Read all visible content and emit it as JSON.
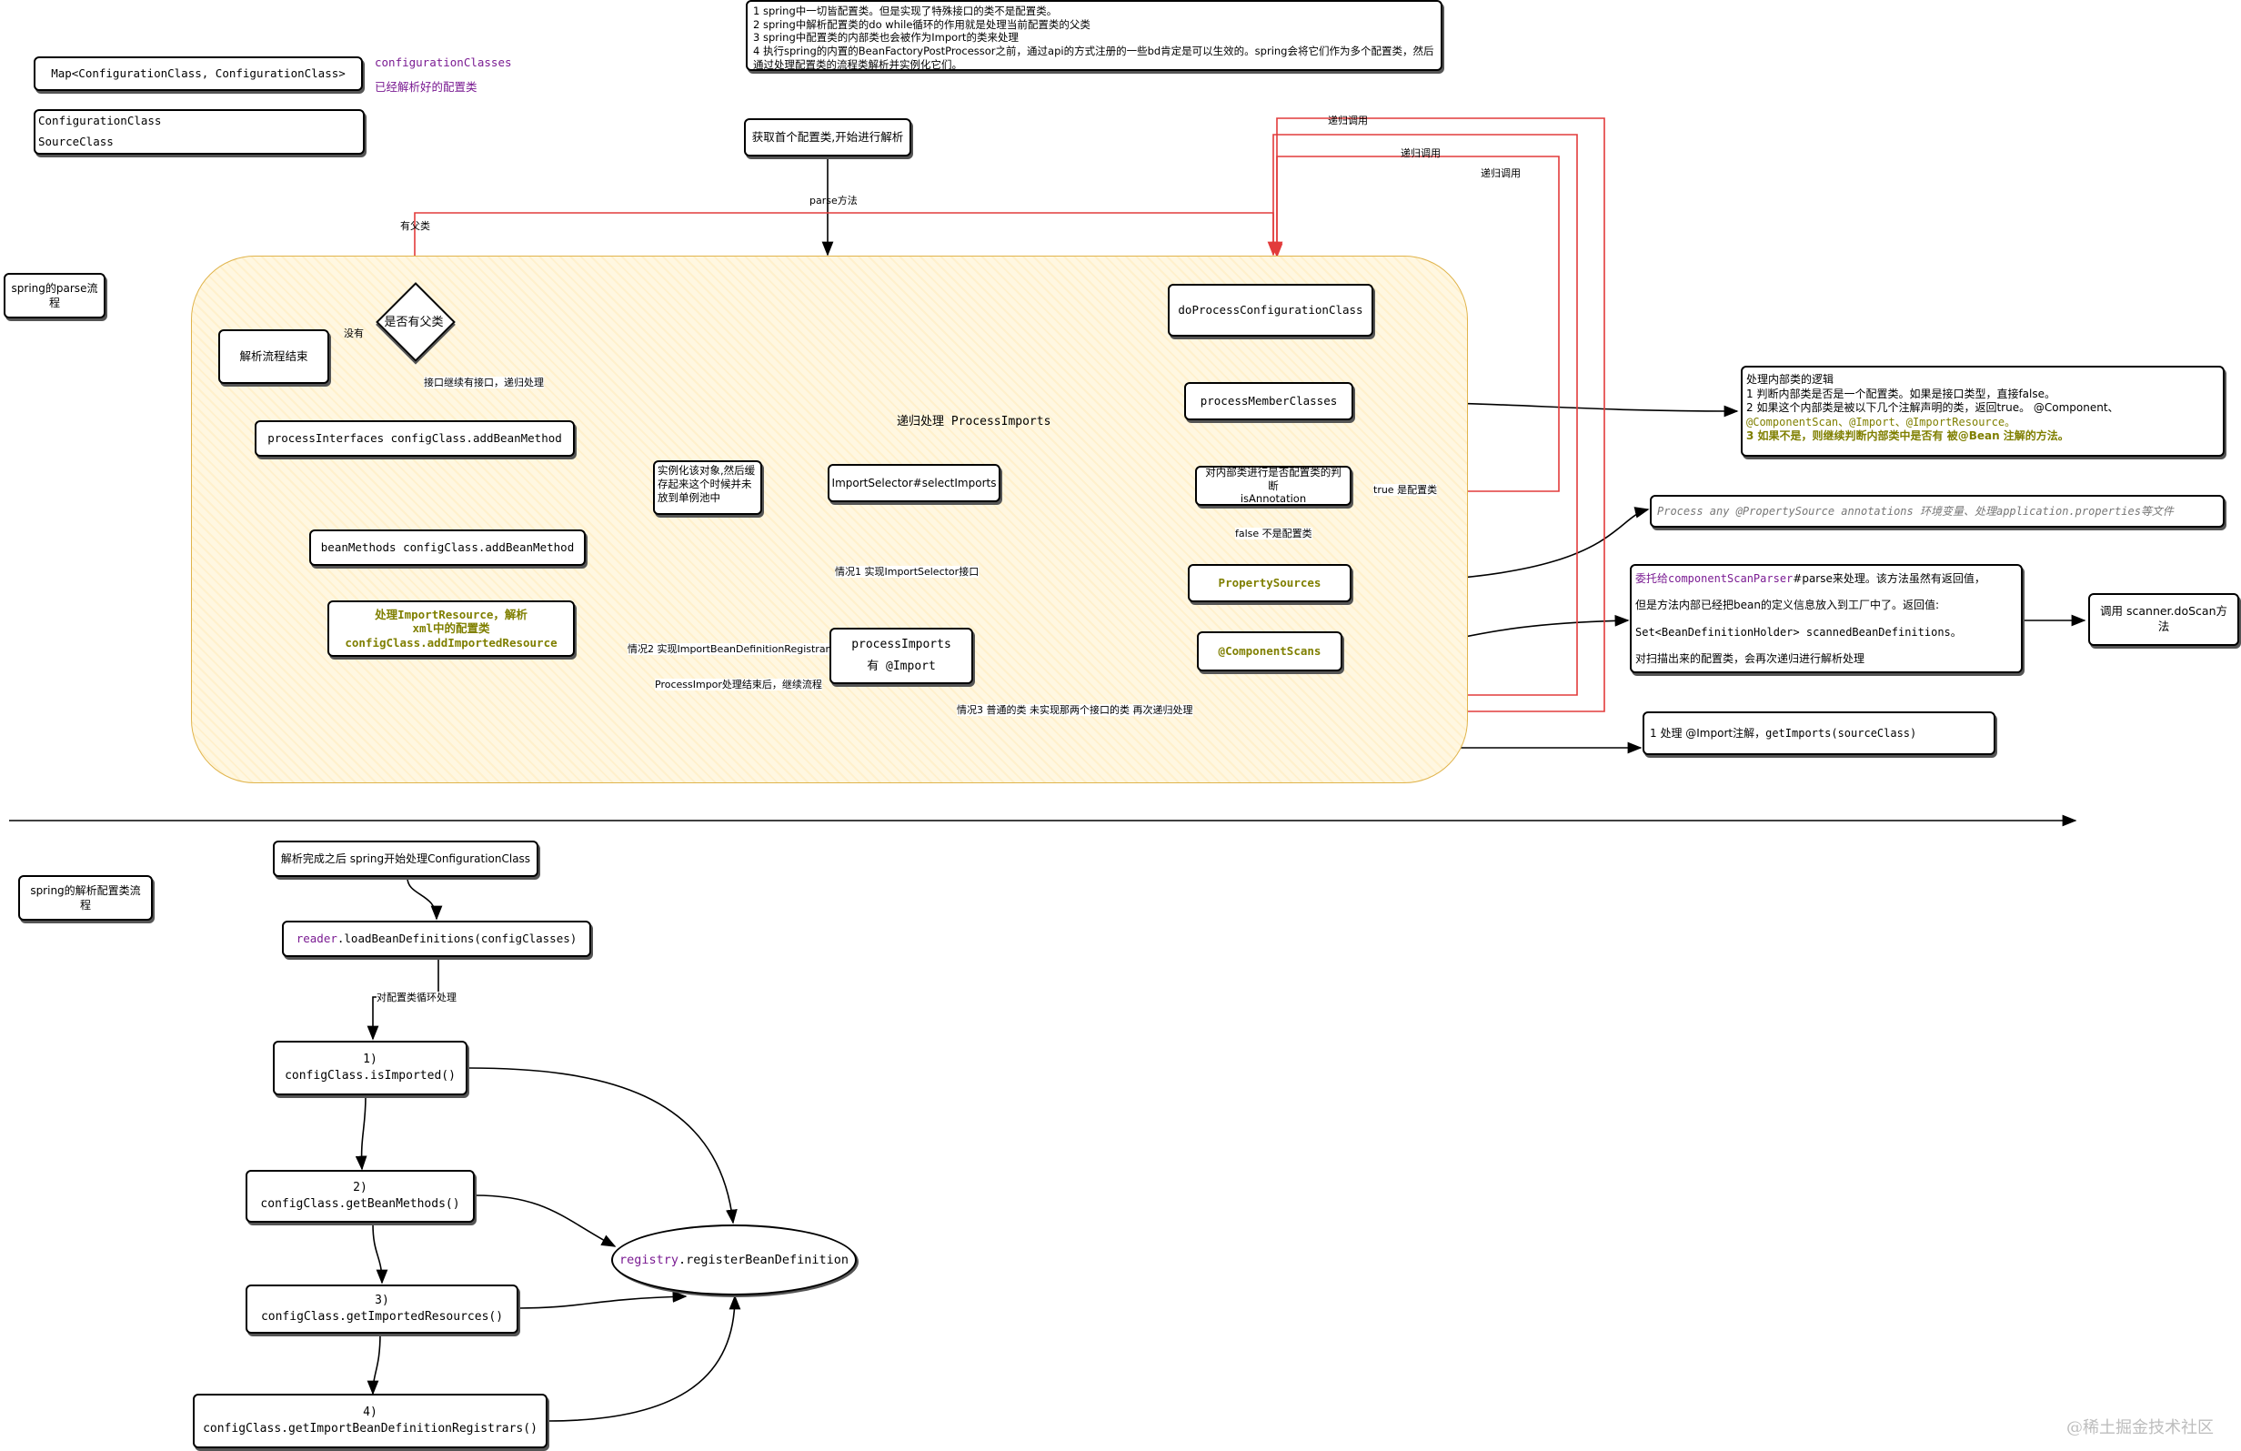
{
  "header_notes": [
    "1 spring中一切皆配置类。但是实现了特殊接口的类不是配置类。",
    "2 spring中解析配置类的do while循环的作用就是处理当前配置类的父类",
    "3 spring中配置类的内部类也会被作为Import的类来处理",
    "4 执行spring的内置的BeanFactoryPostProcessor之前，通过api的方式注册的一些bd肯定是可以生效的。spring会将它们作为多个配置类，然后",
    "通过处理配置类的流程类解析并实例化它们。"
  ],
  "legend": {
    "map_box": "Map<ConfigurationClass, ConfigurationClass>",
    "map_name": "configurationClasses",
    "map_desc": "已经解析好的配置类",
    "class_line1": "ConfigurationClass",
    "class_line2": "SourceClass"
  },
  "section_titles": {
    "parse": "spring的parse流程",
    "process": "spring的解析配置类流程"
  },
  "parse_flow": {
    "start": "获取首个配置类,开始进行解析",
    "parse_method": "parse方法",
    "has_parent_q": "是否有父类",
    "has_parent": "有父类",
    "no_parent": "没有",
    "end": "解析流程结束",
    "process_interfaces": "processInterfaces configClass.addBeanMethod",
    "interface_recursion": "接口继续有接口，递归处理",
    "bean_methods": "beanMethods configClass.addBeanMethod",
    "import_resource_line1": "处理ImportResource，解析",
    "import_resource_line2": "xml中的配置类",
    "import_resource_line3": "configClass.addImportedResource",
    "instantiate_note": "实例化该对象,然后缓存起来这个时候并未放到单例池中",
    "import_selector": "ImportSelector#selectImports",
    "recursive_imports": "递归处理 ProcessImports",
    "case1": "情况1 实现ImportSelector接口",
    "case2": "情况2 实现ImportBeanDefinitionRegistrar接口",
    "case3": "情况3 普通的类 未实现那两个接口的类 再次递归处理",
    "process_imports_line1": "processImports",
    "process_imports_line2": "有 @Import",
    "after_import": "ProcessImpor处理结束后，继续流程",
    "do_process": "doProcessConfigurationClass",
    "member_classes": "processMemberClasses",
    "inner_judge_line1": "对内部类进行是否配置类的判断",
    "inner_judge_line2": "isAnnotation",
    "true_label": "true 是配置类",
    "false_label": "false 不是配置类",
    "property_sources": "PropertySources",
    "component_scans": "@ComponentScans",
    "recursive_call_1": "递归调用",
    "recursive_call_2": "递归调用",
    "recursive_call_3": "递归调用",
    "handle_imports_line1": "1 处理 @Import注解，",
    "handle_imports_line2": "getImports(sourceClass)"
  },
  "side_notes": {
    "inner_logic": [
      "处理内部类的逻辑",
      "1 判断内部类是否是一个配置类。如果是接口类型，直接false。",
      "2 如果这个内部类是被以下几个注解声明的类，返回true。 @Component、",
      "@ComponentScan、@Import、@ImportResource。",
      "3 如果不是，则继续判断内部类中是否有 被@Bean 注解的方法。"
    ],
    "property_source": "Process any @PropertySource annotations 环境变量、处理application.properties等文件",
    "scan_delegate_prefix": "委托给componentScanParser",
    "scan_delegate_suffix": "#parse来处理。该方法虽然有返回值，",
    "scan_line2": "但是方法内部已经把bean的定义信息放入到工厂中了。返回值:",
    "scan_line3": "Set<BeanDefinitionHolder> scannedBeanDefinitions。",
    "scan_line4": "对扫描出来的配置类，会再次递归进行解析处理",
    "do_scan": "调用 scanner.doScan方法"
  },
  "process_flow": {
    "start": "解析完成之后 spring开始处理ConfigurationClass",
    "reader_prefix": "reader",
    "reader_suffix": ".loadBeanDefinitions(configClasses)",
    "loop": "对配置类循环处理",
    "step1": "1) configClass.isImported()",
    "step2": "2) configClass.getBeanMethods()",
    "step3": "3) configClass.getImportedResources()",
    "step4": "4) configClass.getImportBeanDefinitionRegistrars()",
    "registry_prefix": "registry",
    "registry_suffix": ".registerBeanDefinition"
  },
  "watermark": "@稀土掘金技术社区"
}
